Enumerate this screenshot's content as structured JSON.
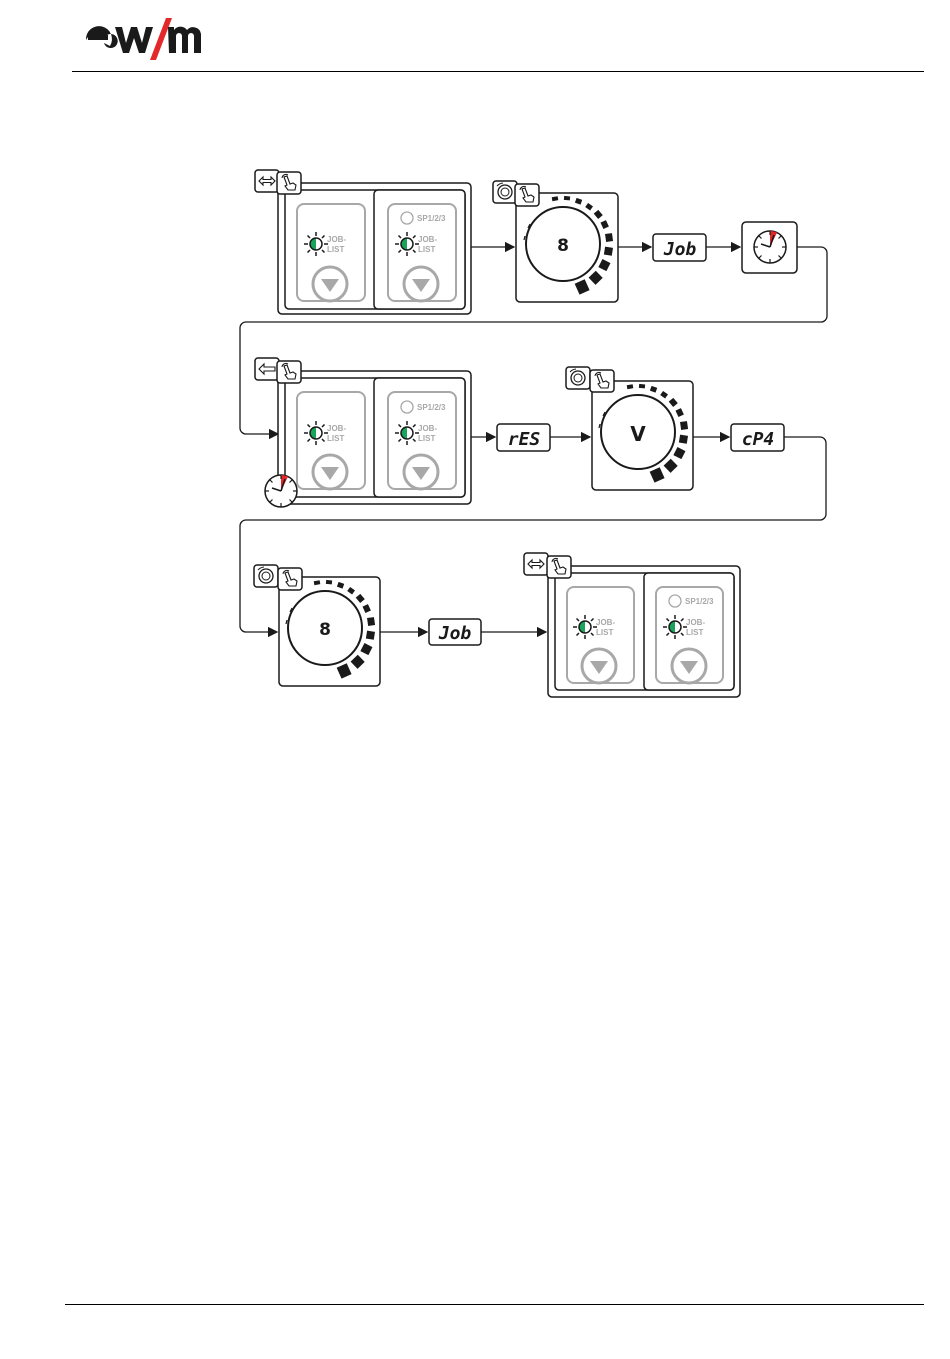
{
  "header": {
    "logo_text": "ewm"
  },
  "colors": {
    "led_green": "#1aa35a",
    "accent_red": "#e3282b",
    "panel_grey": "#a8a8a8",
    "ink": "#1a1a1a"
  },
  "panel": {
    "label_line1": "JOB-",
    "label_line2": "LIST",
    "sp_label": "SP1/2/3"
  },
  "displays": {
    "job_1": "Job",
    "res": "rES",
    "cp4": "cP4",
    "job_2": "Job"
  },
  "knobs": {
    "knob_1": "8",
    "knob_2": "V",
    "knob_3": "8"
  },
  "icons": [
    "arrow-both-icon",
    "press-hand-icon",
    "arrow-left-icon",
    "rotary-knob-icon",
    "timer-clock-icon",
    "chevron-down-icon"
  ]
}
